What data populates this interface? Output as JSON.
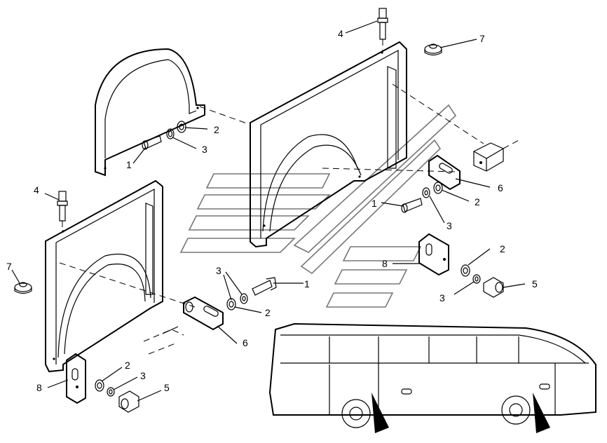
{
  "colors": {
    "line": "#000000",
    "background": "#ffffff",
    "watermark": "#777777"
  },
  "callouts": {
    "c1a": "1",
    "c2a": "2",
    "c3a": "3",
    "c4a": "4",
    "c7a": "7",
    "c1b": "1",
    "c2b": "2",
    "c3b": "3",
    "c6a": "6",
    "c2c": "2",
    "c8a": "8",
    "c3c": "3",
    "c5a": "5",
    "c4b": "4",
    "c7b": "7",
    "c3d": "3",
    "c1c": "1",
    "c2d": "2",
    "c6b": "6",
    "c2e": "2",
    "c8b": "8",
    "c3e": "3",
    "c5b": "5"
  }
}
